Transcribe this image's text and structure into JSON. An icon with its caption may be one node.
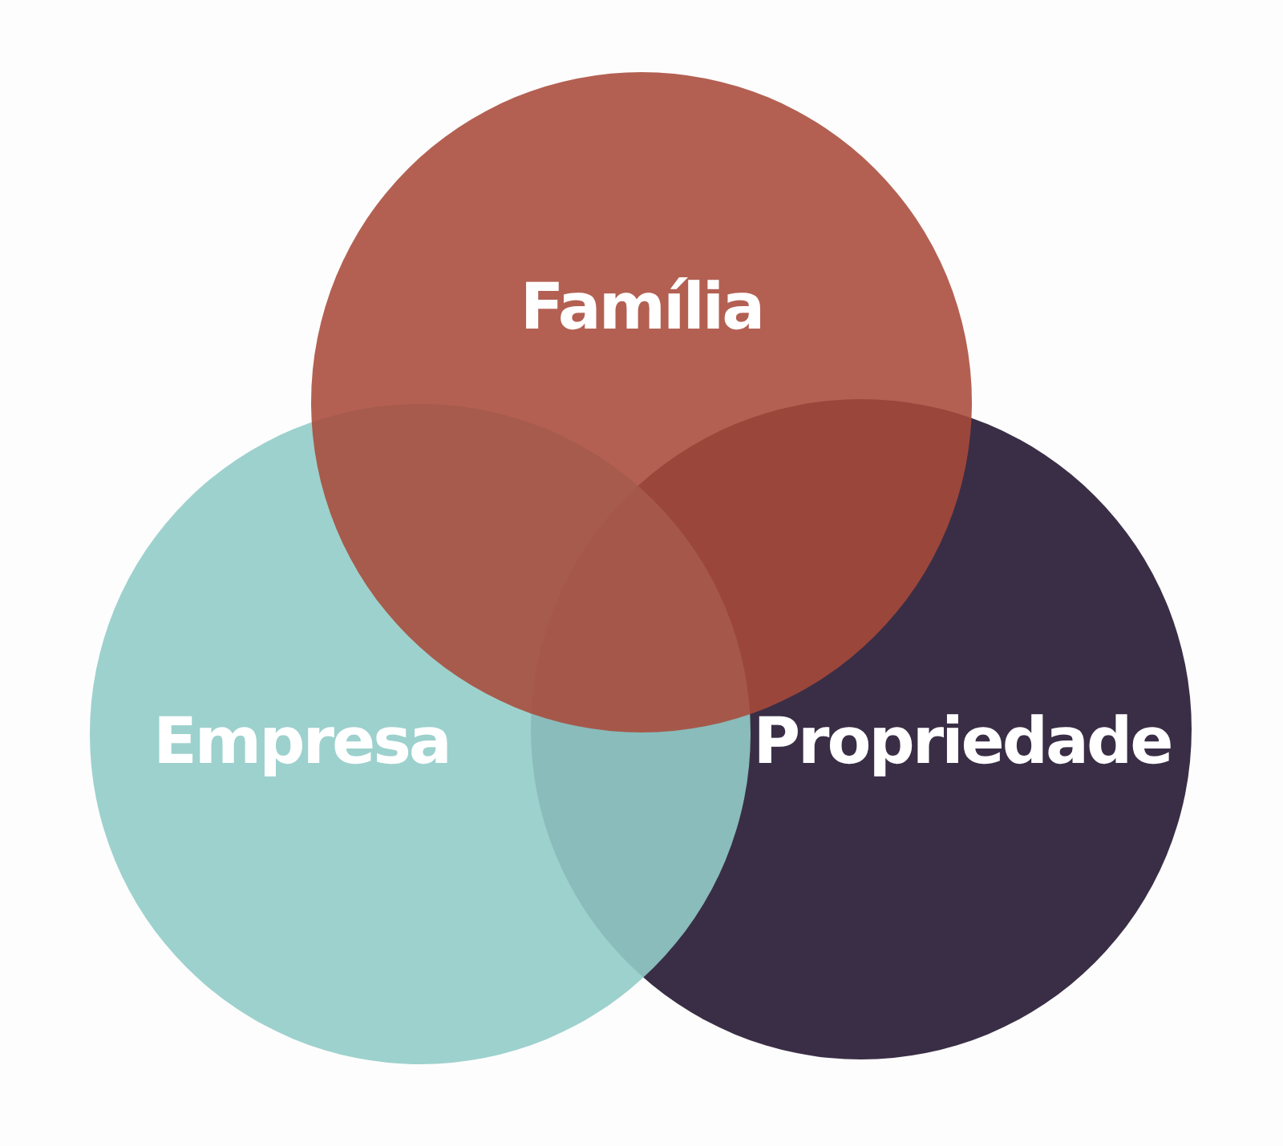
{
  "diagram": {
    "nodes": [
      {
        "text": [
          "Família"
        ]
      },
      {
        "text": [
          "Empresa"
        ]
      },
      {
        "text": [
          "Propriedade"
        ]
      }
    ]
  }
}
